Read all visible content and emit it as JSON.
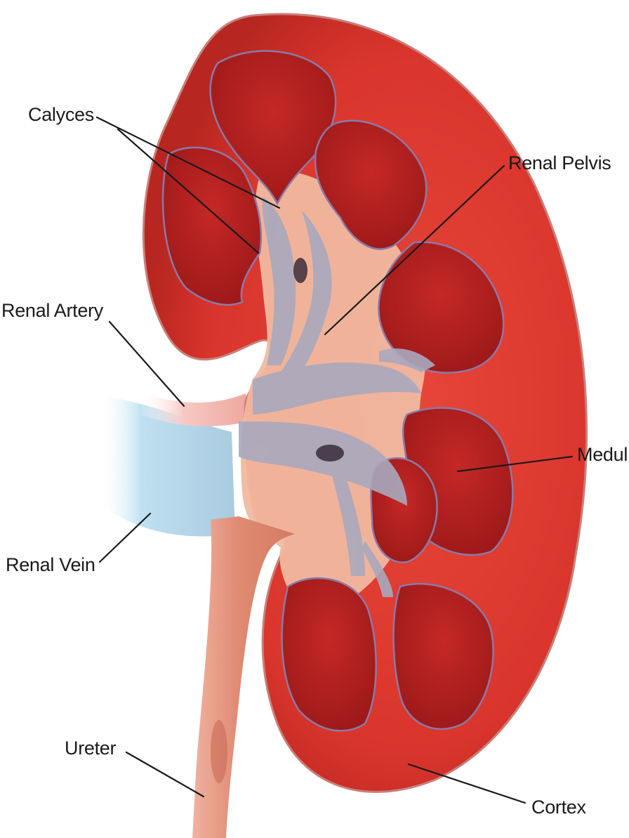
{
  "labels": {
    "calyces": "Calyces",
    "renal_pelvis": "Renal Pelvis",
    "renal_artery": "Renal Artery",
    "medulla": "Medul",
    "renal_vein": "Renal Vein",
    "ureter": "Ureter",
    "cortex": "Cortex"
  },
  "colors": {
    "cortex": "#d9352c",
    "medulla": "#b21e1e",
    "sinus": "#f0b9a0",
    "pelvis": "#a8a9bd",
    "ureter": "#e39078",
    "artery": "#f4c2bb",
    "vein": "#b9dcef"
  }
}
